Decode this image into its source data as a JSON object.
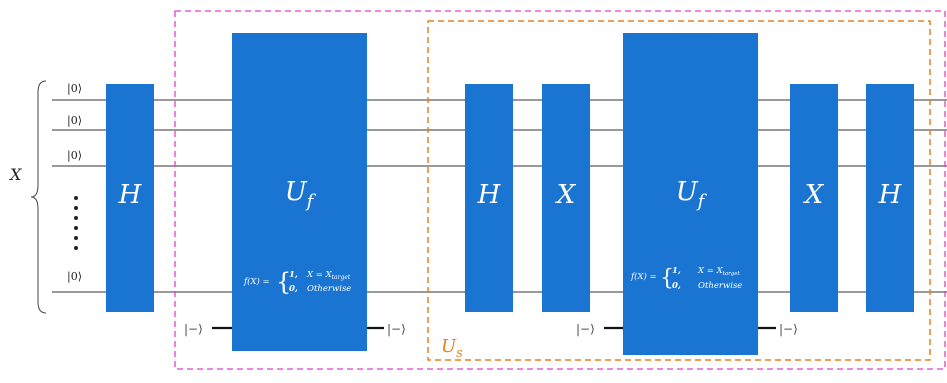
{
  "register": {
    "label": "X",
    "qubit_kets": [
      "|0⟩",
      "|0⟩",
      "|0⟩",
      "|0⟩"
    ]
  },
  "gates": {
    "hadamard": "H",
    "pauli_x": "X",
    "oracle": "U",
    "oracle_sub": "f"
  },
  "ancilla": {
    "in_ket": "|−⟩",
    "out_ket": "|−⟩"
  },
  "oracle_definition": {
    "lhs": "f(X) =",
    "case1_value": "1,",
    "case1_cond": "X = X",
    "case1_cond_sub": "target",
    "case2_value": "0,",
    "case2_cond": "Otherwise"
  },
  "diffusion": {
    "label": "U",
    "label_sub": "s"
  },
  "colors": {
    "gate_fill": "#1a75d2",
    "grover_box": "#e040d0",
    "diffusion_box": "#e8821c",
    "wire": "#333333"
  }
}
